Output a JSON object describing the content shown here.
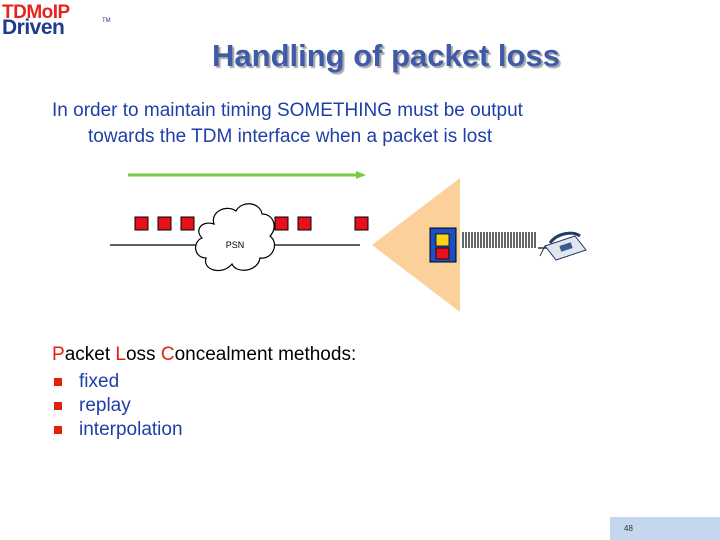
{
  "logo": {
    "line1": "TDMoIP",
    "line2": "Driven",
    "tm": "TM"
  },
  "title": "Handling of packet loss",
  "intro": {
    "line1": "In order to maintain timing SOMETHING must be output",
    "line2": "towards the TDM interface when a packet is lost"
  },
  "diagram": {
    "cloud_label": "PSN",
    "colors": {
      "packet": "#e8101a",
      "arrow": "#7ac943",
      "triangle": "#fbd09b",
      "cloud_fill": "#ffffff"
    }
  },
  "plc": {
    "P": "P",
    "acket": "acket ",
    "L": "L",
    "oss": "oss ",
    "C": "C",
    "oncealment": "oncealment methods:"
  },
  "methods": [
    "fixed",
    "replay",
    "interpolation"
  ],
  "page_number": "48"
}
